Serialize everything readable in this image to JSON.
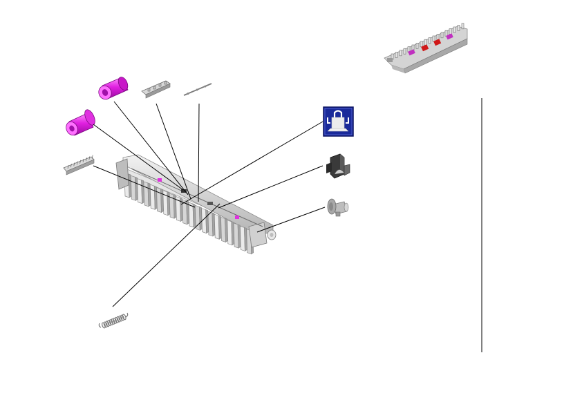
{
  "diagram": {
    "background": "#ffffff",
    "colors": {
      "roller": "#e020e0",
      "roller_dark": "#a010a8",
      "roller_light": "#ff80ff",
      "frame_light": "#eeeeee",
      "frame_mid": "#c8c8c8",
      "frame_dark": "#8a8a8a",
      "line": "#000000",
      "highlight_box": "#1a2a9a",
      "overview_red": "#d01818",
      "overview_purple": "#c030c0"
    },
    "parts": [
      "overview-assembly",
      "roller-upper",
      "roller-lower",
      "bracket-plate",
      "shaft-pin",
      "comb-guide",
      "main-guide-assembly",
      "actuator-lever-selected",
      "clip-holder",
      "flanged-bushing",
      "coil-spring"
    ]
  }
}
